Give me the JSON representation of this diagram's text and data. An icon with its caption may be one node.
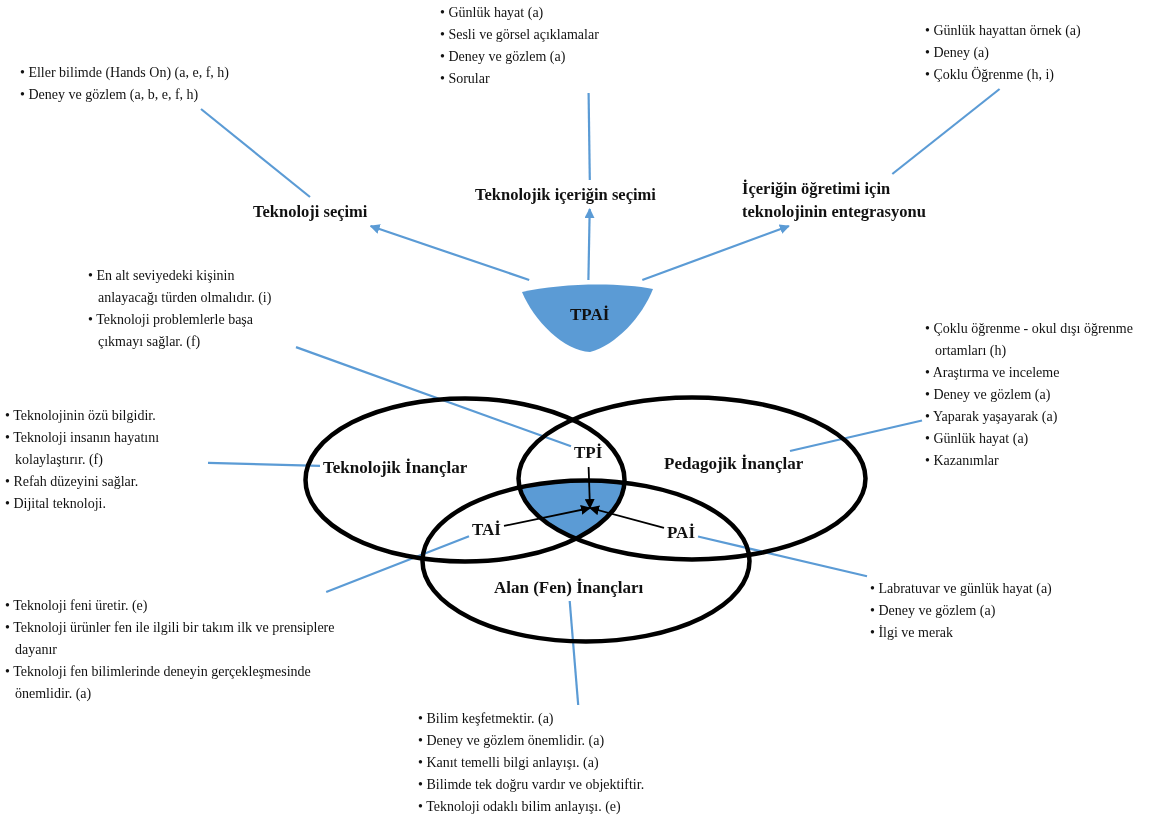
{
  "diagram": {
    "nodes": [
      {
        "text": [
          "• Eller bilimde (Hands On) (a, e, f, h)",
          "• Deney ve gözlem (a, b, e, f, h)"
        ]
      },
      {
        "text": [
          "• Günlük hayat (a)",
          "• Sesli ve görsel açıklamalar",
          "• Deney ve gözlem (a)",
          "• Sorular"
        ]
      },
      {
        "text": [
          "• Günlük hayattan örnek (a)",
          "• Deney (a)",
          "• Çoklu Öğrenme (h, i)"
        ]
      },
      {
        "text": [
          "Teknoloji seçimi"
        ]
      },
      {
        "text": [
          "Teknolojik içeriğin seçimi"
        ]
      },
      {
        "text": [
          "İçeriğin öğretimi için teknolojinin entegrasyonu"
        ]
      },
      {
        "text": [
          "• En alt seviyedeki kişinin anlayacağı türden olmalıdır. (i)",
          "• Teknoloji problemlerle başa çıkmayı sağlar. (f)"
        ]
      },
      {
        "text": [
          "TPAİ"
        ]
      },
      {
        "text": [
          "• Çoklu öğrenme - okul dışı öğrenme ortamları (h)",
          "• Araştırma ve inceleme",
          "• Deney ve gözlem (a)",
          "• Yaparak yaşayarak (a)",
          "• Günlük hayat (a)",
          "• Kazanımlar"
        ]
      },
      {
        "text": [
          "• Teknolojinin özü bilgidir.",
          "• Teknoloji insanın hayatını kolaylaştırır. (f)",
          "• Refah düzeyini sağlar.",
          "• Dijital teknoloji."
        ]
      },
      {
        "text": [
          "Teknolojik İnançlar"
        ]
      },
      {
        "text": [
          "TPİ"
        ]
      },
      {
        "text": [
          "Pedagojik İnançlar"
        ]
      },
      {
        "text": [],
        "shape": "region"
      },
      {
        "text": [
          "TAİ"
        ]
      },
      {
        "text": [
          "PAİ"
        ]
      },
      {
        "text": [
          "Alan (Fen) İnançları"
        ]
      },
      {
        "text": [
          "• Teknoloji feni üretir. (e)",
          "• Teknoloji ürünler fen ile ilgili bir takım ilk ve prensiplere dayanır",
          "• Teknoloji fen bilimlerinde deneyin gerçekleşmesinde önemlidir. (a)"
        ]
      },
      {
        "text": [
          "• Labratuvar ve günlük hayat (a)",
          "• Deney ve gözlem (a)",
          "• İlgi ve merak"
        ]
      },
      {
        "text": [
          "• Bilim keşfetmektir. (a)",
          "• Deney ve gözlem önemlidir. (a)",
          "• Kanıt temelli bilgi anlayışı. (a)",
          "• Bilimde tek doğru vardır ve objektiftir.",
          "• Teknoloji odaklı bilim anlayışı. (e)"
        ]
      }
    ],
    "edges": [
      {
        "from": 7,
        "to": 3,
        "arrow": "to"
      },
      {
        "from": 7,
        "to": 4,
        "arrow": "to"
      },
      {
        "from": 7,
        "to": 5,
        "arrow": "to"
      },
      {
        "from": 0,
        "to": 3,
        "arrow": "none"
      },
      {
        "from": 1,
        "to": 4,
        "arrow": "none"
      },
      {
        "from": 2,
        "to": 5,
        "arrow": "none"
      },
      {
        "from": 6,
        "to": 11,
        "arrow": "none"
      },
      {
        "from": 9,
        "to": 10,
        "arrow": "none"
      },
      {
        "from": 8,
        "to": 12,
        "arrow": "none"
      },
      {
        "from": 17,
        "to": 14,
        "arrow": "none"
      },
      {
        "from": 18,
        "to": 15,
        "arrow": "none"
      },
      {
        "from": 19,
        "to": 16,
        "arrow": "none"
      },
      {
        "from": 11,
        "to": 13,
        "arrow": "to",
        "color": "#000000"
      },
      {
        "from": 14,
        "to": 13,
        "arrow": "to",
        "color": "#000000"
      },
      {
        "from": 15,
        "to": 13,
        "arrow": "to",
        "color": "#000000"
      }
    ]
  }
}
